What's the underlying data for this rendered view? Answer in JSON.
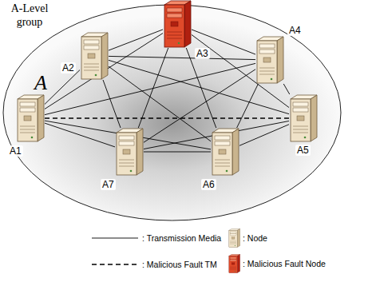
{
  "diagram": {
    "nodes": [
      {
        "text": [
          "A-Level group",
          "A"
        ]
      },
      {
        "text": [
          "A1"
        ],
        "in": 0
      },
      {
        "text": [
          "A2"
        ],
        "in": 0
      },
      {
        "text": [
          "A3"
        ],
        "in": 0
      },
      {
        "text": [
          "A4"
        ],
        "in": 0
      },
      {
        "text": [
          "A5"
        ],
        "in": 0
      },
      {
        "text": [
          "A6"
        ],
        "in": 0
      },
      {
        "text": [
          "A7"
        ],
        "in": 0
      }
    ],
    "edges": [
      {
        "from": 1,
        "to": 2,
        "arrow": "none"
      },
      {
        "from": 1,
        "to": 3,
        "arrow": "none"
      },
      {
        "from": 1,
        "to": 4,
        "arrow": "none"
      },
      {
        "from": 1,
        "to": 5,
        "arrow": "none"
      },
      {
        "from": 1,
        "to": 6,
        "arrow": "none"
      },
      {
        "from": 1,
        "to": 7,
        "arrow": "none"
      },
      {
        "from": 2,
        "to": 3,
        "arrow": "none"
      },
      {
        "from": 2,
        "to": 4,
        "arrow": "none"
      },
      {
        "from": 2,
        "to": 5,
        "arrow": "none"
      },
      {
        "from": 2,
        "to": 6,
        "arrow": "none"
      },
      {
        "from": 2,
        "to": 7,
        "arrow": "none"
      },
      {
        "from": 3,
        "to": 4,
        "arrow": "none"
      },
      {
        "from": 3,
        "to": 5,
        "arrow": "none"
      },
      {
        "from": 3,
        "to": 6,
        "arrow": "none"
      },
      {
        "from": 3,
        "to": 7,
        "arrow": "none"
      },
      {
        "from": 4,
        "to": 5,
        "arrow": "none"
      },
      {
        "from": 4,
        "to": 6,
        "arrow": "none"
      },
      {
        "from": 4,
        "to": 7,
        "arrow": "none"
      },
      {
        "from": 5,
        "to": 6,
        "arrow": "none"
      },
      {
        "from": 5,
        "to": 7,
        "arrow": "none"
      },
      {
        "from": 6,
        "to": 7,
        "arrow": "none"
      }
    ],
    "legend": [
      {
        "text": ": Transmission Media"
      },
      {
        "text": ": Node"
      },
      {
        "text": ": Malicious Fault TM"
      },
      {
        "text": ": Malicious Fault Node"
      }
    ]
  }
}
